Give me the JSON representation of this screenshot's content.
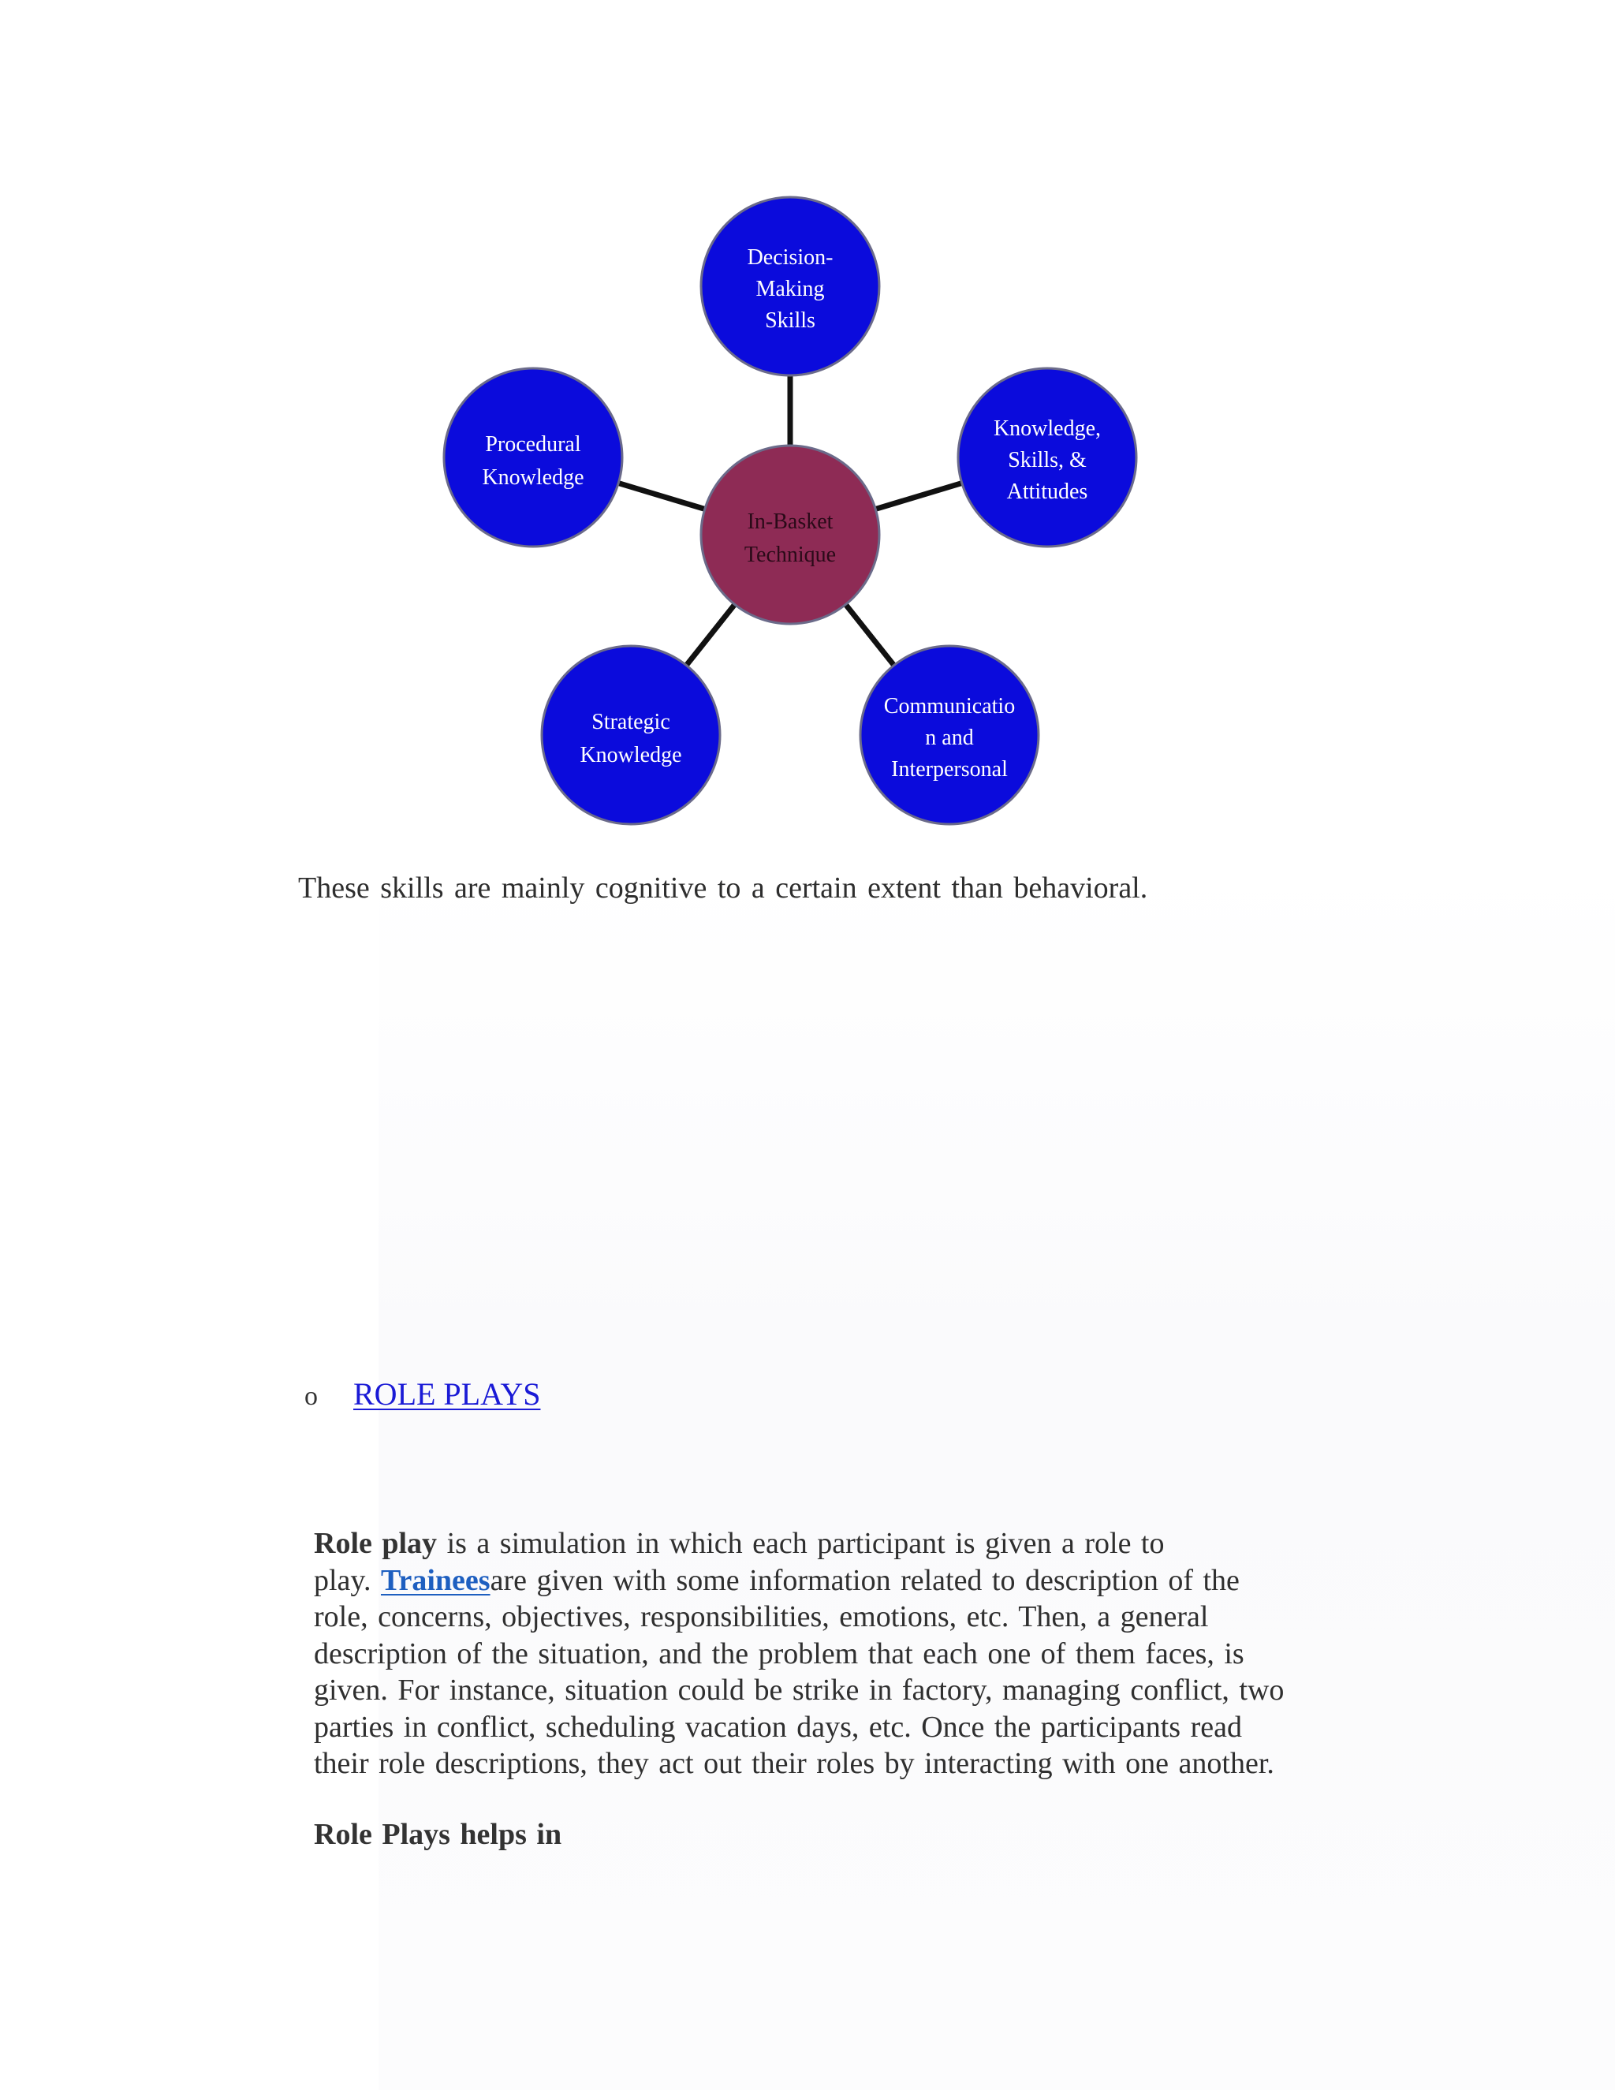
{
  "diagram": {
    "center": {
      "lines": [
        "In-Basket",
        "Technique"
      ]
    },
    "nodes": [
      {
        "id": "decision",
        "lines": [
          "Decision-",
          "Making",
          "Skills"
        ]
      },
      {
        "id": "knowledge",
        "lines": [
          "Knowledge,",
          "Skills, &",
          "Attitudes"
        ]
      },
      {
        "id": "communication",
        "lines": [
          "Communicatio",
          "n and",
          "Interpersonal"
        ]
      },
      {
        "id": "strategic",
        "lines": [
          "Strategic",
          "Knowledge"
        ]
      },
      {
        "id": "procedural",
        "lines": [
          "Procedural",
          "Knowledge"
        ]
      }
    ],
    "colors": {
      "outer_fill": "#0b0bdc",
      "center_fill": "#8e2b55",
      "outer_text": "#ffffff",
      "center_text": "#2a0a18",
      "connector": "#111111"
    }
  },
  "caption": "These skills are mainly cognitive to a certain extent than behavioral.",
  "bullet": {
    "marker": "o",
    "link_text": "ROLE PLAYS"
  },
  "paragraph": {
    "bold_lead": "Role play",
    "line1_rest": " is a simulation in which each participant is given a role to",
    "line2_prefix": "play. ",
    "link_text": "Trainees",
    "line2_rest": "are given with some information related to description of the",
    "line3": "role, concerns, objectives, responsibilities, emotions, etc. Then, a general",
    "line4": "description of the situation, and the problem that each one of them faces, is",
    "line5": "given. For instance, situation could be strike in factory, managing conflict, two",
    "line6": "parties in conflict, scheduling vacation days, etc. Once the participants read",
    "line7": "their role descriptions, they act out their roles by interacting with one another."
  },
  "subheading": "Role Plays helps in"
}
